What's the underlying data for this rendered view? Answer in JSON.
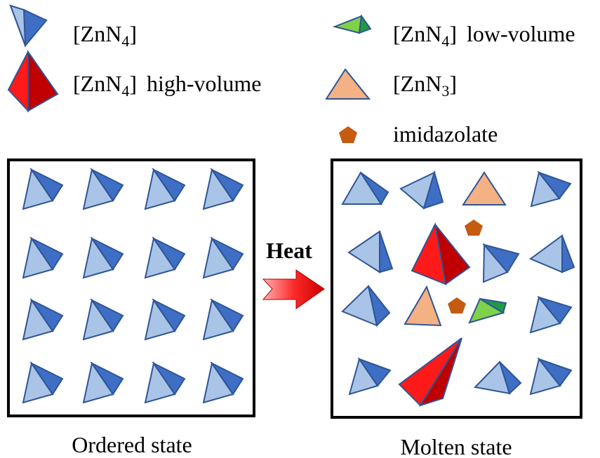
{
  "legend": {
    "zn4_base": "[ZnN",
    "zn4_sub": "4",
    "zn4_close": "]",
    "zn4_high_suffix": "high-volume",
    "zn4_low_suffix": "low-volume",
    "zn3_base": "[ZnN",
    "zn3_sub": "3",
    "zn3_close": "]",
    "imidazolate": "imidazolate"
  },
  "arrow_label": "Heat",
  "panels": {
    "ordered_caption": "Ordered state",
    "molten_caption": "Molten state"
  },
  "colors": {
    "zn4_light": "#a9c4e6",
    "zn4_dark": "#3f6fc4",
    "zn4_edge": "#2f5597",
    "high_light": "#ff1a1a",
    "high_dark": "#c00000",
    "low_light": "#7fd14a",
    "low_dark": "#1f9a45",
    "zn3_fill": "#f4b183",
    "imid_fill": "#c55a11",
    "arrow": "#e00000"
  }
}
